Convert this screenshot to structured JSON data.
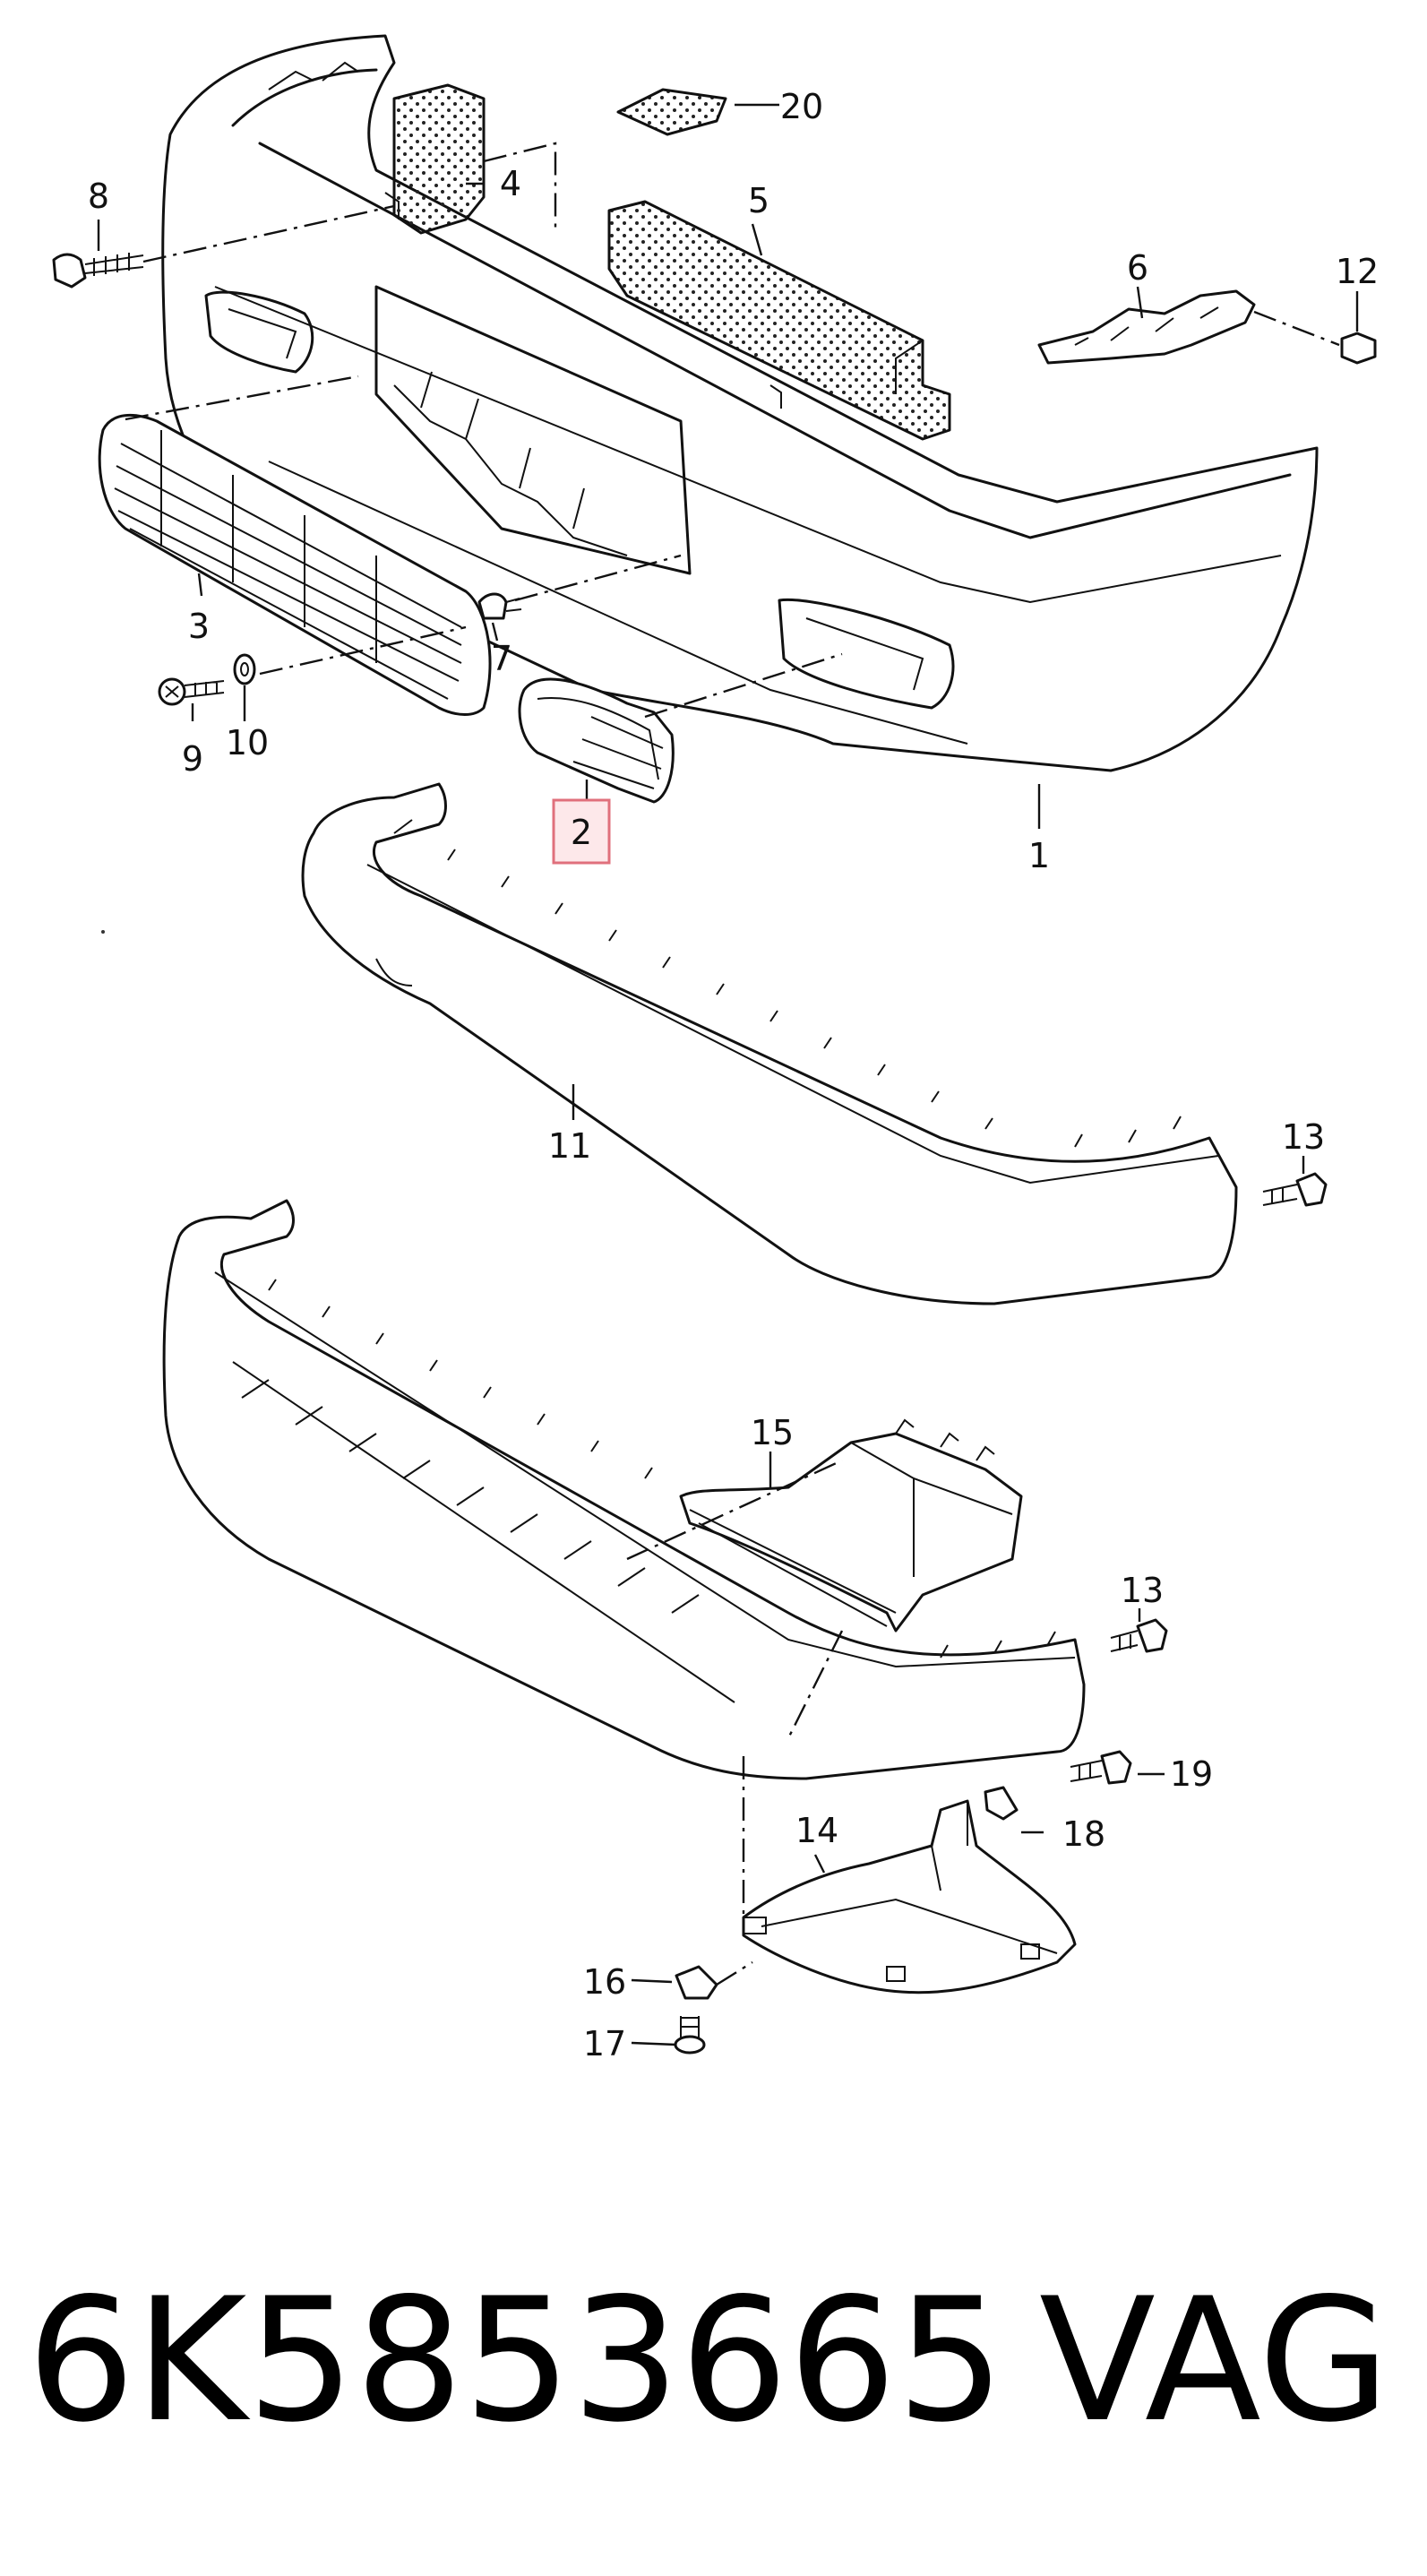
{
  "callouts": {
    "c1": "1",
    "c2": "2",
    "c3": "3",
    "c4": "4",
    "c5": "5",
    "c6": "6",
    "c7": "7",
    "c8": "8",
    "c9": "9",
    "c10": "10",
    "c11": "11",
    "c12": "12",
    "c13a": "13",
    "c13b": "13",
    "c14": "14",
    "c15": "15",
    "c16": "16",
    "c17": "17",
    "c18": "18",
    "c19": "19",
    "c20": "20"
  },
  "highlighted_callout": "2",
  "highlight_color": "#e0707c",
  "footer": {
    "part_number": "6K5853665",
    "brand": "VAG"
  }
}
